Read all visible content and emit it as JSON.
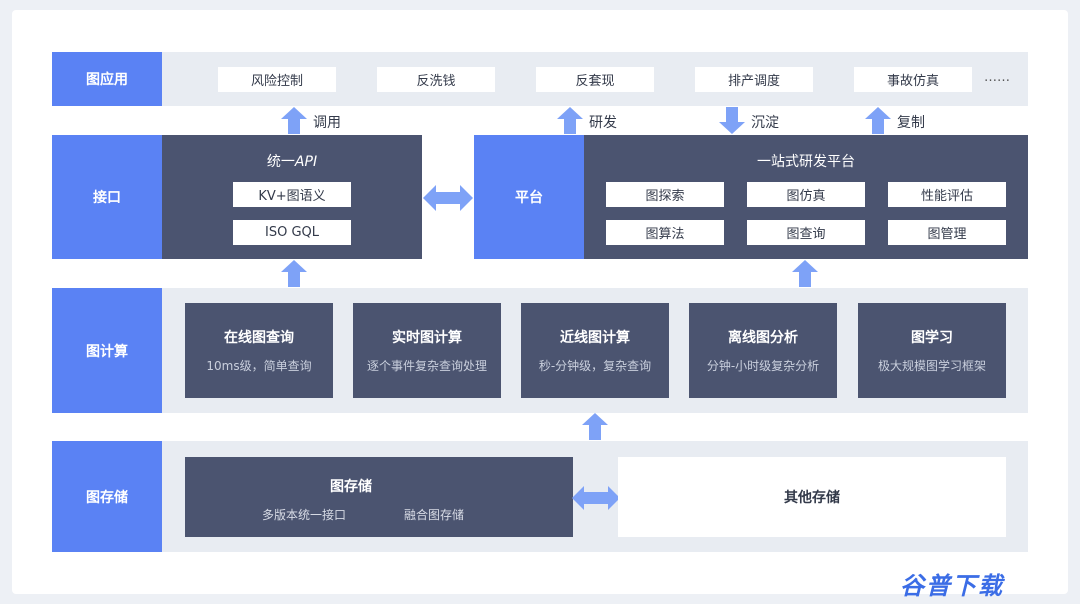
{
  "colors": {
    "accent": "#5a82f4",
    "dark_block": "#4b5470",
    "band": "#e8ecf2",
    "arrow": "#7ea2f7",
    "watermark": "#3b6de6"
  },
  "layers": {
    "app": "图应用",
    "interface": "接口",
    "compute": "图计算",
    "storage": "图存储"
  },
  "apps": [
    "风险控制",
    "反洗钱",
    "反套现",
    "排产调度",
    "事故仿真"
  ],
  "apps_more": "……",
  "arrow_labels": {
    "call": "调用",
    "develop": "研发",
    "settle": "沉淀",
    "reuse": "复制"
  },
  "interface": {
    "title_prefix": "统一",
    "title_api": "API",
    "items": [
      "KV+图语义",
      "ISO GQL"
    ]
  },
  "platform": {
    "label": "平台",
    "title": "一站式研发平台",
    "tools": [
      "图探索",
      "图仿真",
      "性能评估",
      "图算法",
      "图查询",
      "图管理"
    ]
  },
  "compute_cards": [
    {
      "title": "在线图查询",
      "desc": "10ms级，简单查询"
    },
    {
      "title": "实时图计算",
      "desc": "逐个事件复杂查询处理"
    },
    {
      "title": "近线图计算",
      "desc": "秒-分钟级，复杂查询"
    },
    {
      "title": "离线图分析",
      "desc": "分钟-小时级复杂分析"
    },
    {
      "title": "图学习",
      "desc": "极大规模图学习框架"
    }
  ],
  "storage": {
    "title": "图存储",
    "items": [
      "多版本统一接口",
      "融合图存储"
    ],
    "other": "其他存储"
  },
  "watermark": "谷普下载"
}
